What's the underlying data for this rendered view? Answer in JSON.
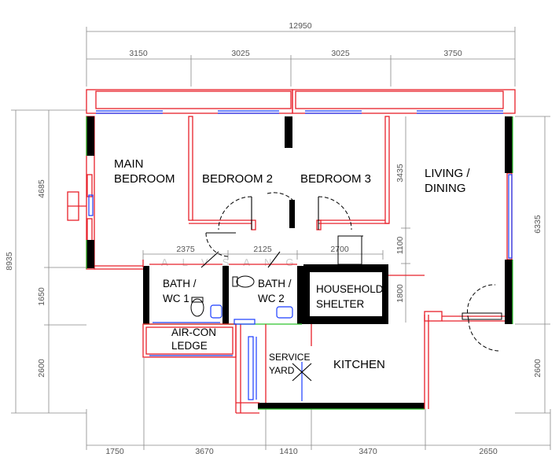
{
  "dimensions": {
    "overall_width": "12950",
    "top_segments": [
      "3150",
      "3025",
      "3025",
      "3750"
    ],
    "inner_segments": [
      "2375",
      "2125",
      "2700"
    ],
    "bottom_segments": [
      "1750",
      "3670",
      "1410",
      "3470",
      "2650"
    ],
    "left_overall": "8935",
    "left_segments": [
      "4685",
      "1650",
      "2600"
    ],
    "middle_vertical": [
      "3435",
      "1100",
      "1800"
    ],
    "right_segments": [
      "6335",
      "2600"
    ]
  },
  "rooms": {
    "main_bedroom": [
      "MAIN",
      "BEDROOM"
    ],
    "bedroom_2": "BEDROOM 2",
    "bedroom_3": "BEDROOM 3",
    "living_dining": [
      "LIVING /",
      "DINING"
    ],
    "bath_wc_1": [
      "BATH /",
      "WC 1"
    ],
    "bath_wc_2": [
      "BATH /",
      "WC 2"
    ],
    "household_shelter": [
      "HOUSEHOLD",
      "SHELTER"
    ],
    "aircon_ledge": [
      "AIR-CON",
      "LEDGE"
    ],
    "service_yard": [
      "SERVICE",
      "YARD"
    ],
    "kitchen": "KITCHEN"
  },
  "watermark": "ALVSANG",
  "colors": {
    "wall_outline": "#e8202a",
    "structural_wall": "#000000",
    "window": "#1a3cff",
    "dimension": "#888888",
    "green_edge": "#2ec42e"
  }
}
